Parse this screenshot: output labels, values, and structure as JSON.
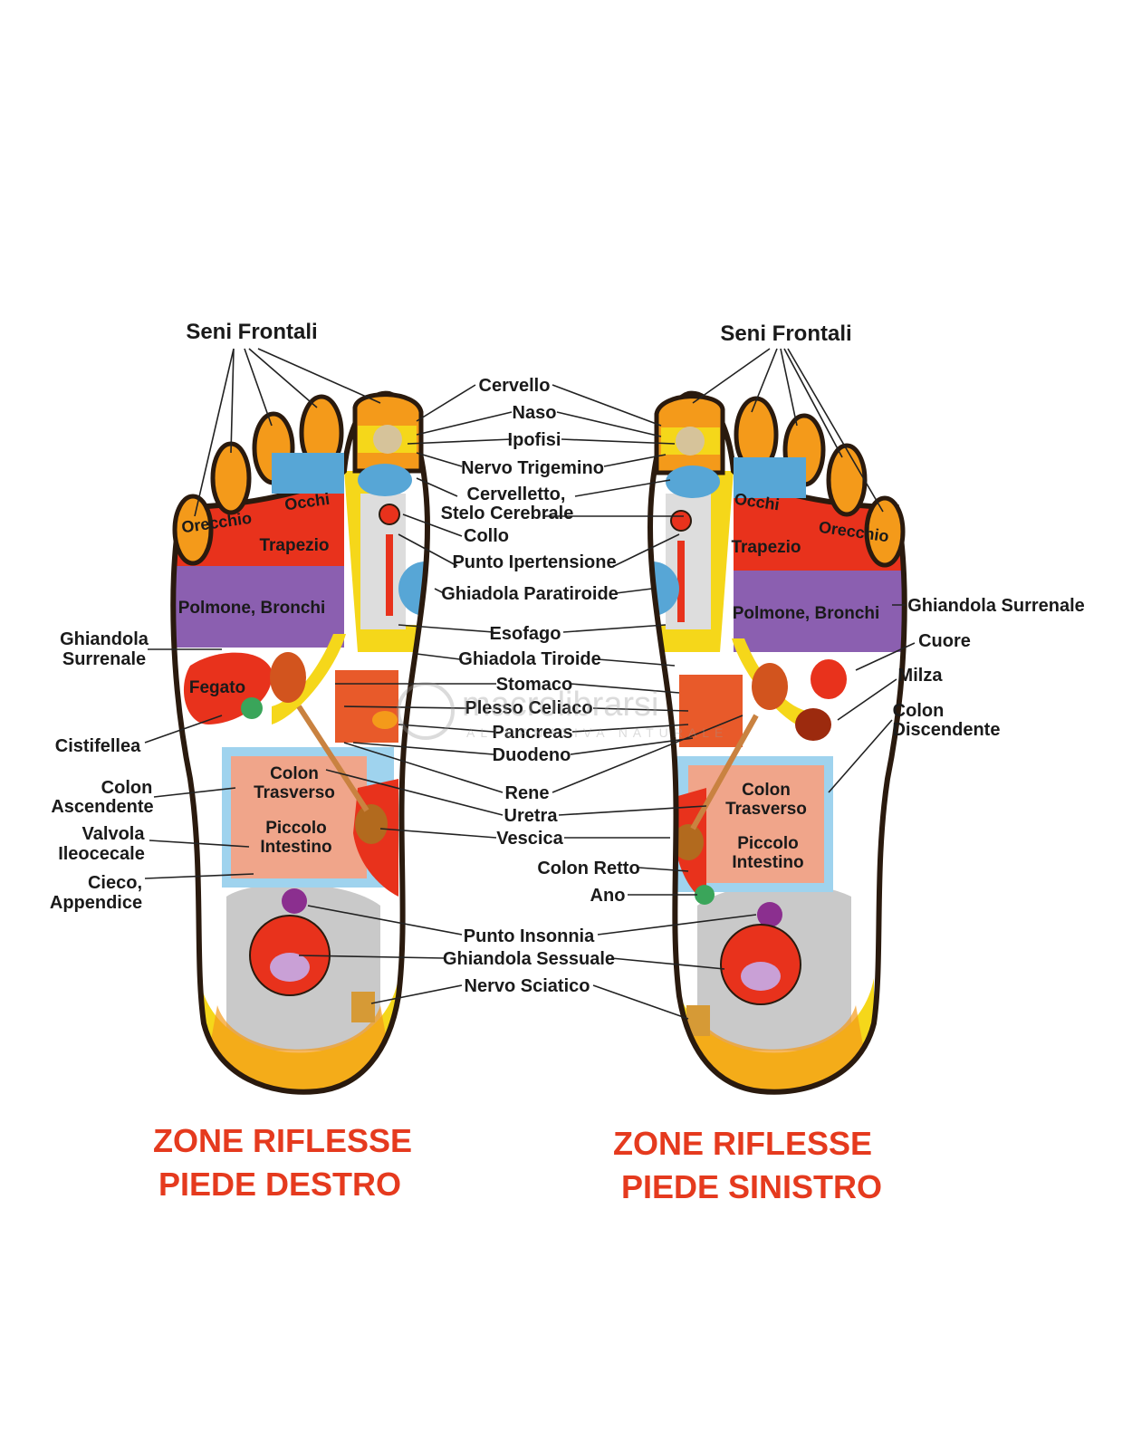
{
  "colors": {
    "outline": "#2a1a0e",
    "toe_orange": "#f49a1a",
    "red_zone": "#e8321c",
    "purple_zone": "#8b5fb0",
    "yellow_zone": "#f5d71a",
    "blue_zone": "#57a6d6",
    "green_zone": "#3aa55a",
    "caption_red": "#e53a1e"
  },
  "right_foot": {
    "caption_line1": "ZONE RIFLESSE",
    "caption_line2": "PIEDE DESTRO",
    "inner": {
      "orecchio": "Orecchio",
      "occhi": "Occhi",
      "trapezio": "Trapezio",
      "polmone": "Polmone, Bronchi",
      "fegato": "Fegato",
      "colon_trasverso_1": "Colon",
      "colon_trasverso_2": "Trasverso",
      "piccolo_1": "Piccolo",
      "piccolo_2": "Intestino"
    },
    "left_labels": {
      "seni_frontali": "Seni Frontali",
      "ghiandola_surrenale_1": "Ghiandola",
      "ghiandola_surrenale_2": "Surrenale",
      "cistifellea": "Cistifellea",
      "colon_ascendente_1": "Colon",
      "colon_ascendente_2": "Ascendente",
      "valvola_1": "Valvola",
      "valvola_2": "Ileocecale",
      "cieco_1": "Cieco,",
      "cieco_2": "Appendice"
    }
  },
  "left_foot": {
    "caption_line1": "ZONE RIFLESSE",
    "caption_line2": "PIEDE SINISTRO",
    "inner": {
      "orecchio": "Orecchio",
      "occhi": "Occhi",
      "trapezio": "Trapezio",
      "polmone": "Polmone, Bronchi",
      "colon_trasverso_1": "Colon",
      "colon_trasverso_2": "Trasverso",
      "piccolo_1": "Piccolo",
      "piccolo_2": "Intestino"
    },
    "right_labels": {
      "seni_frontali": "Seni Frontali",
      "ghiandola_surrenale": "Ghiandola Surrenale",
      "cuore": "Cuore",
      "milza": "Milza",
      "colon_discendente_1": "Colon",
      "colon_discendente_2": "Discendente"
    }
  },
  "center_labels": {
    "cervello": "Cervello",
    "naso": "Naso",
    "ipofisi": "Ipofisi",
    "nervo_trigemino": "Nervo Trigemino",
    "cervelletto_1": "Cervelletto,",
    "cervelletto_2": "Stelo Cerebrale",
    "collo": "Collo",
    "punto_ipertensione": "Punto Ipertensione",
    "ghiadola_paratiroide": "Ghiadola Paratiroide",
    "esofago": "Esofago",
    "ghiadola_tiroide": "Ghiadola Tiroide",
    "stomaco": "Stomaco",
    "plesso_celiaco": "Plesso Celiaco",
    "pancreas": "Pancreas",
    "duodeno": "Duodeno",
    "rene": "Rene",
    "uretra": "Uretra",
    "vescica": "Vescica",
    "colon_retto": "Colon Retto",
    "ano": "Ano",
    "punto_insonnia": "Punto Insonnia",
    "ghiandola_sessuale": "Ghiandola Sessuale",
    "nervo_sciatico": "Nervo Sciatico"
  },
  "watermark": {
    "line1": "macrolibrarsi",
    "line2": "ALTERNATIVA NATURALE"
  }
}
